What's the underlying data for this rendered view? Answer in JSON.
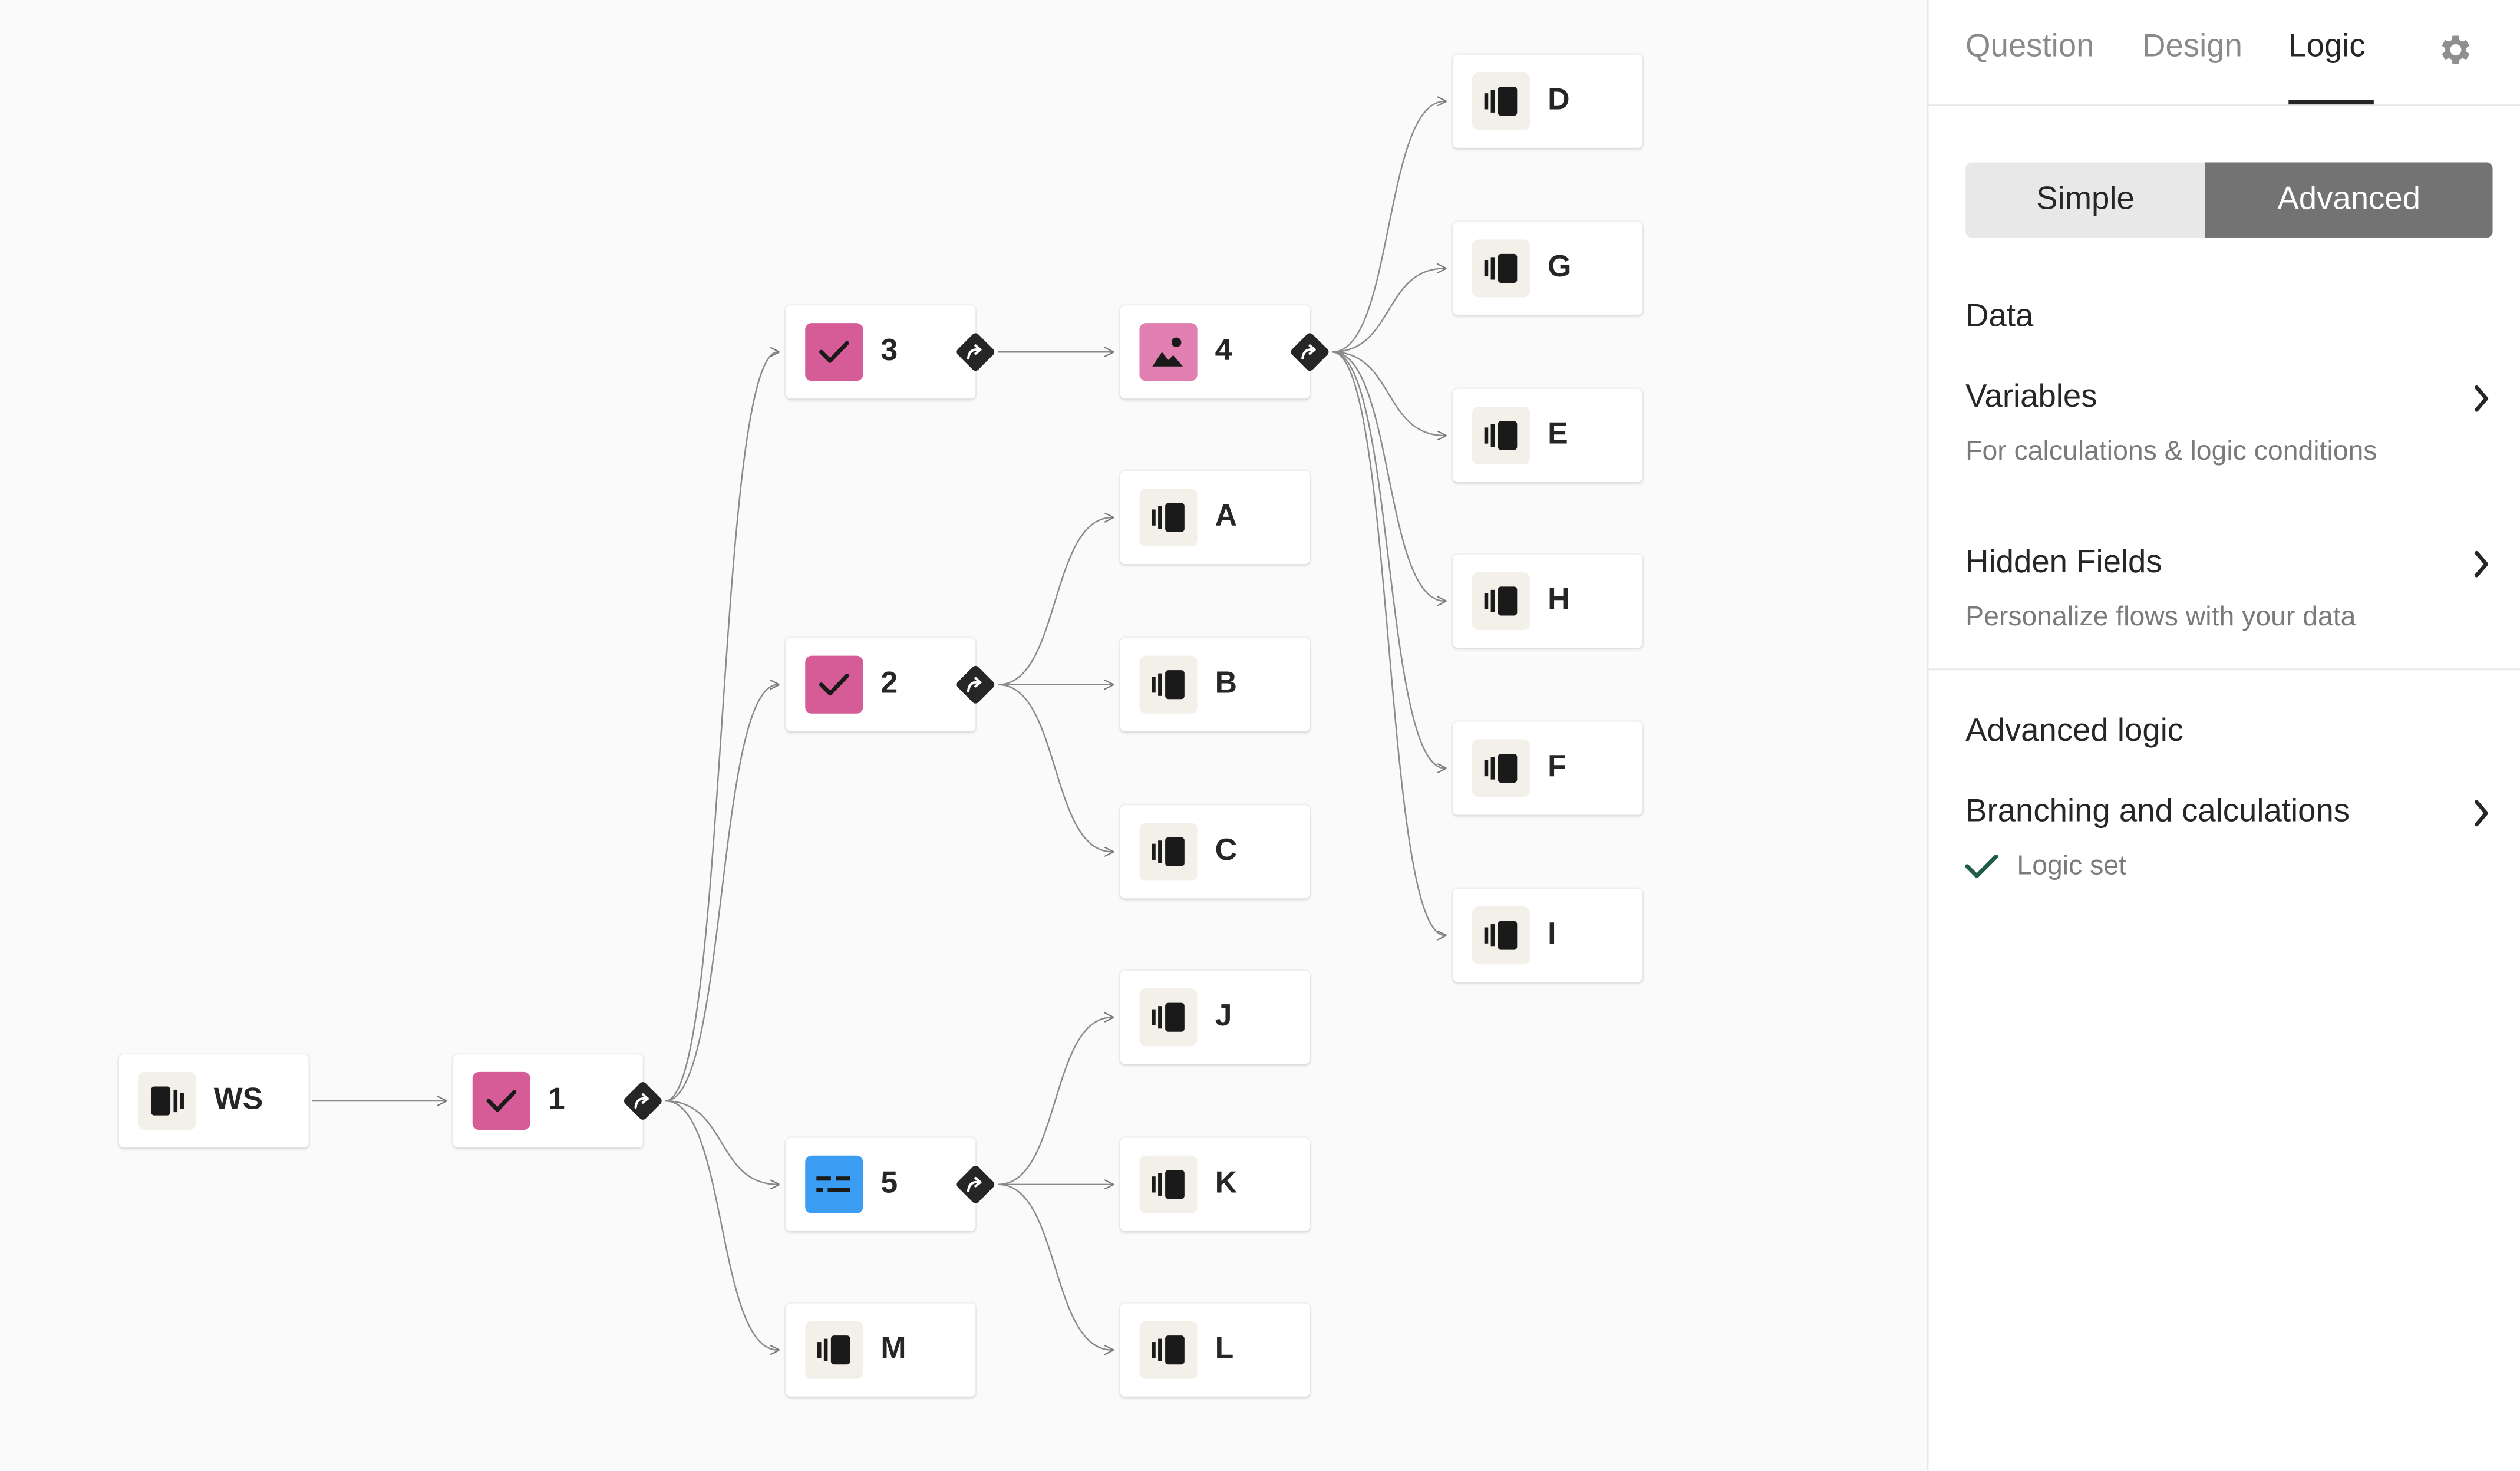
{
  "colors": {
    "canvas_bg": "#fafafa",
    "statement_icon_bg": "#f3f0ea",
    "multiple_choice_pink": "#d65c98",
    "picture_choice_pink": "#e07fb0",
    "short_text_blue": "#3b9cf3",
    "logic_check_green": "#1f5c4a",
    "segment_active": "#737373"
  },
  "canvas": {
    "nodes": [
      {
        "id": "WS",
        "label": "WS",
        "icon": "welcome-screen-icon",
        "icon_style": "stmt"
      },
      {
        "id": "1",
        "label": "1",
        "icon": "checkmark-icon",
        "icon_style": "pink"
      },
      {
        "id": "3",
        "label": "3",
        "icon": "checkmark-icon",
        "icon_style": "pink"
      },
      {
        "id": "2",
        "label": "2",
        "icon": "checkmark-icon",
        "icon_style": "pink"
      },
      {
        "id": "5",
        "label": "5",
        "icon": "short-text-icon",
        "icon_style": "blue"
      },
      {
        "id": "M",
        "label": "M",
        "icon": "ending-screen-icon",
        "icon_style": "stmt"
      },
      {
        "id": "4",
        "label": "4",
        "icon": "picture-choice-icon",
        "icon_style": "pinklight"
      },
      {
        "id": "A",
        "label": "A",
        "icon": "ending-screen-icon",
        "icon_style": "stmt"
      },
      {
        "id": "B",
        "label": "B",
        "icon": "ending-screen-icon",
        "icon_style": "stmt"
      },
      {
        "id": "C",
        "label": "C",
        "icon": "ending-screen-icon",
        "icon_style": "stmt"
      },
      {
        "id": "J",
        "label": "J",
        "icon": "ending-screen-icon",
        "icon_style": "stmt"
      },
      {
        "id": "K",
        "label": "K",
        "icon": "ending-screen-icon",
        "icon_style": "stmt"
      },
      {
        "id": "L",
        "label": "L",
        "icon": "ending-screen-icon",
        "icon_style": "stmt"
      },
      {
        "id": "D",
        "label": "D",
        "icon": "ending-screen-icon",
        "icon_style": "stmt"
      },
      {
        "id": "G",
        "label": "G",
        "icon": "ending-screen-icon",
        "icon_style": "stmt"
      },
      {
        "id": "E",
        "label": "E",
        "icon": "ending-screen-icon",
        "icon_style": "stmt"
      },
      {
        "id": "H",
        "label": "H",
        "icon": "ending-screen-icon",
        "icon_style": "stmt"
      },
      {
        "id": "F",
        "label": "F",
        "icon": "ending-screen-icon",
        "icon_style": "stmt"
      },
      {
        "id": "I",
        "label": "I",
        "icon": "ending-screen-icon",
        "icon_style": "stmt"
      }
    ],
    "branch_points": [
      "1",
      "3",
      "2",
      "5",
      "4"
    ],
    "edges": [
      [
        "WS",
        "1"
      ],
      [
        "1",
        "3"
      ],
      [
        "1",
        "2"
      ],
      [
        "1",
        "5"
      ],
      [
        "1",
        "M"
      ],
      [
        "3",
        "4"
      ],
      [
        "2",
        "A"
      ],
      [
        "2",
        "B"
      ],
      [
        "2",
        "C"
      ],
      [
        "5",
        "J"
      ],
      [
        "5",
        "K"
      ],
      [
        "5",
        "L"
      ],
      [
        "4",
        "D"
      ],
      [
        "4",
        "G"
      ],
      [
        "4",
        "E"
      ],
      [
        "4",
        "H"
      ],
      [
        "4",
        "F"
      ],
      [
        "4",
        "I"
      ]
    ]
  },
  "panel": {
    "tabs": [
      {
        "label": "Question",
        "active": false
      },
      {
        "label": "Design",
        "active": false
      },
      {
        "label": "Logic",
        "active": true
      }
    ],
    "settings_icon": "gear-icon",
    "mode": {
      "simple": "Simple",
      "advanced": "Advanced",
      "selected": "Advanced"
    },
    "data_section": {
      "heading": "Data",
      "variables": {
        "title": "Variables",
        "subtitle": "For calculations & logic conditions"
      },
      "hidden_fields": {
        "title": "Hidden Fields",
        "subtitle": "Personalize flows with your data"
      }
    },
    "advanced_section": {
      "heading": "Advanced logic",
      "branching": {
        "title": "Branching and calculations",
        "status": "Logic set"
      }
    }
  }
}
